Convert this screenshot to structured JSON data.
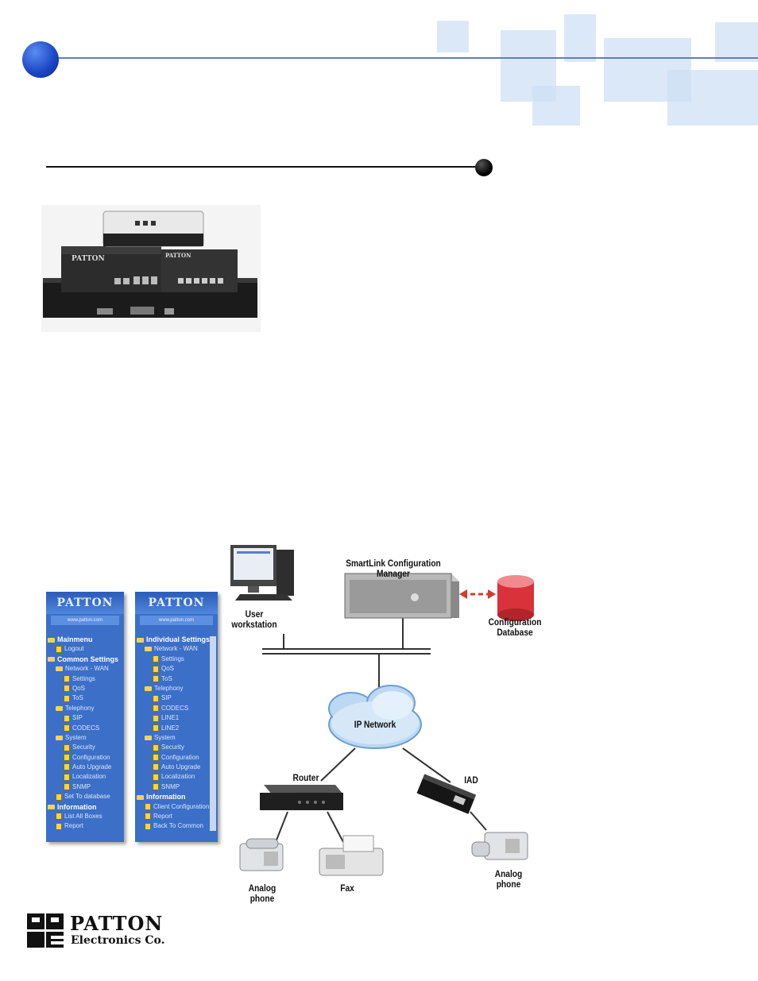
{
  "photo": {
    "brand": "PATTON"
  },
  "nav_left": {
    "brand": "PATTON",
    "url": "www.patton.com",
    "items": [
      {
        "label": "Mainmenu",
        "level": 0,
        "header": true
      },
      {
        "label": "Logout",
        "level": 1
      },
      {
        "label": "Common Settings",
        "level": 0,
        "header": true
      },
      {
        "label": "Network - WAN",
        "level": 1,
        "folder": true
      },
      {
        "label": "Settings",
        "level": 2
      },
      {
        "label": "QoS",
        "level": 2
      },
      {
        "label": "ToS",
        "level": 2
      },
      {
        "label": "Telephony",
        "level": 1,
        "folder": true
      },
      {
        "label": "SIP",
        "level": 2
      },
      {
        "label": "CODECS",
        "level": 2
      },
      {
        "label": "System",
        "level": 1,
        "folder": true
      },
      {
        "label": "Security",
        "level": 2
      },
      {
        "label": "Configuration",
        "level": 2
      },
      {
        "label": "Auto Upgrade",
        "level": 2
      },
      {
        "label": "Localization",
        "level": 2
      },
      {
        "label": "SNMP",
        "level": 2
      },
      {
        "label": "Set To database",
        "level": 1
      },
      {
        "label": "Information",
        "level": 0,
        "header": true
      },
      {
        "label": "List All Boxes",
        "level": 1
      },
      {
        "label": "Report",
        "level": 1
      }
    ]
  },
  "nav_right": {
    "brand": "PATTON",
    "url": "www.patton.com",
    "items": [
      {
        "label": "Individual Settings",
        "level": 0,
        "header": true
      },
      {
        "label": "Network - WAN",
        "level": 1,
        "folder": true
      },
      {
        "label": "Settings",
        "level": 2
      },
      {
        "label": "QoS",
        "level": 2
      },
      {
        "label": "ToS",
        "level": 2
      },
      {
        "label": "Telephony",
        "level": 1,
        "folder": true
      },
      {
        "label": "SIP",
        "level": 2
      },
      {
        "label": "CODECS",
        "level": 2
      },
      {
        "label": "LINE1",
        "level": 2
      },
      {
        "label": "LINE2",
        "level": 2
      },
      {
        "label": "System",
        "level": 1,
        "folder": true
      },
      {
        "label": "Security",
        "level": 2
      },
      {
        "label": "Configuration",
        "level": 2
      },
      {
        "label": "Auto Upgrade",
        "level": 2
      },
      {
        "label": "Localization",
        "level": 2
      },
      {
        "label": "SNMP",
        "level": 2
      },
      {
        "label": "Information",
        "level": 0,
        "header": true
      },
      {
        "label": "Client Configuration",
        "level": 1
      },
      {
        "label": "Report",
        "level": 1
      },
      {
        "label": "Back To Common",
        "level": 1
      }
    ]
  },
  "diagram": {
    "workstation": "User\nworkstation",
    "server": "SmartLink Configuration Manager",
    "database": "Configuration\nDatabase",
    "cloud": "IP Network",
    "router": "Router",
    "iad": "IAD",
    "phone_left": "Analog phone",
    "fax": "Fax",
    "phone_right": "Analog phone"
  },
  "footer": {
    "logo_top": "PATTON",
    "logo_bottom": "Electronics Co."
  }
}
